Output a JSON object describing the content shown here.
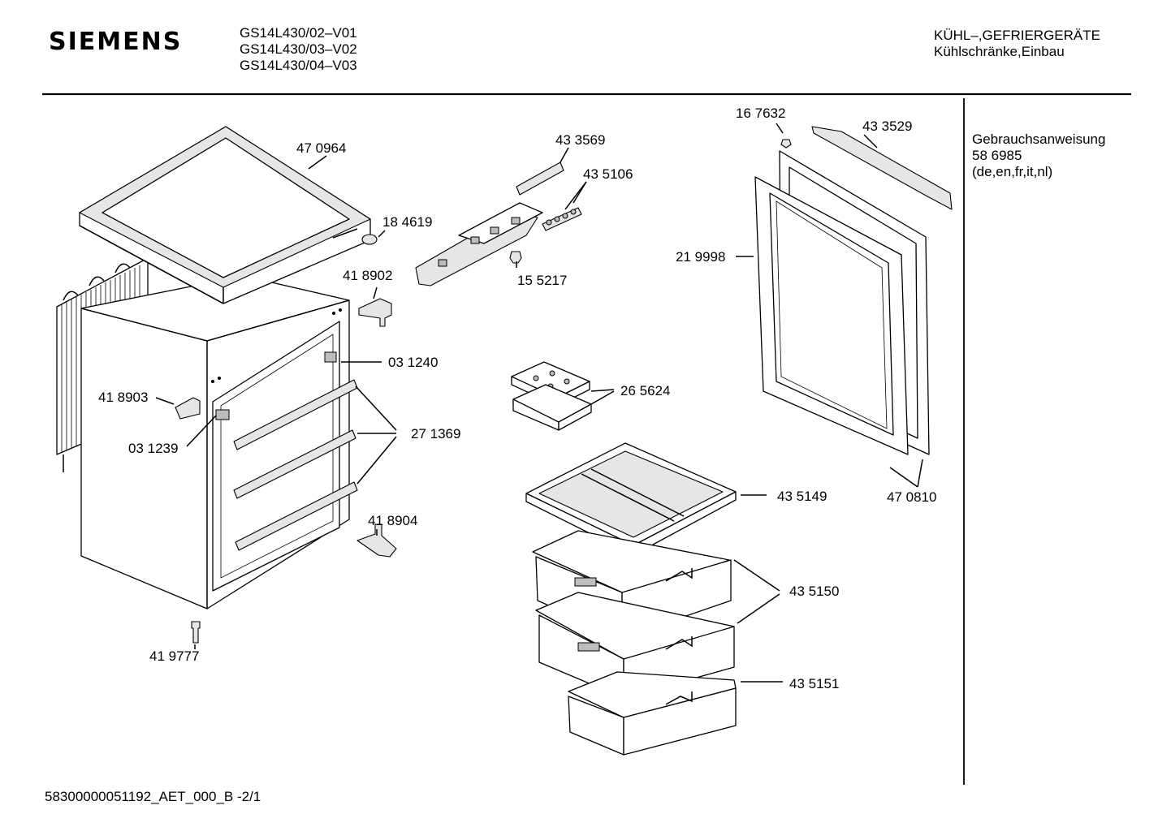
{
  "header": {
    "brand": "SIEMENS",
    "models": [
      "GS14L430/02–V01",
      "GS14L430/03–V02",
      "GS14L430/04–V03"
    ],
    "category_line1": "KÜHL–,GEFRIERGERÄTE",
    "category_line2": "Kühlschränke,Einbau"
  },
  "sidebar": {
    "manual_title": "Gebrauchsanweisung",
    "manual_number": "58 6985",
    "manual_languages": "(de,en,fr,it,nl)"
  },
  "parts": {
    "p470964": "47 0964",
    "p184619": "18 4619",
    "p433569": "43 3569",
    "p435106": "43 5106",
    "p155217": "15 5217",
    "p418902": "41 8902",
    "p031240": "03 1240",
    "p418903": "41 8903",
    "p031239": "03 1239",
    "p271369": "27 1369",
    "p265624": "26 5624",
    "p418904": "41 8904",
    "p419777": "41 9777",
    "p167632": "16 7632",
    "p433529": "43 3529",
    "p219998": "21 9998",
    "p470810": "47 0810",
    "p435149": "43 5149",
    "p435150": "43 5150",
    "p435151": "43 5151"
  },
  "footer": {
    "code": "58300000051192_AET_000_B  -2/1"
  }
}
